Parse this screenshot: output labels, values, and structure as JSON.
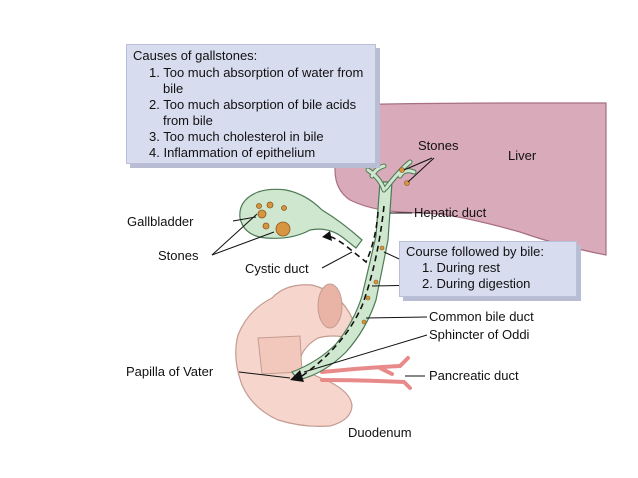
{
  "causes": {
    "title": "Causes of gallstones:",
    "items": [
      "1. Too much absorption of water from bile",
      "2. Too much absorption of bile acids from bile",
      "3. Too much cholesterol in bile",
      "4. Inflammation of epithelium"
    ]
  },
  "course": {
    "title": "Course followed by bile:",
    "items": [
      "1. During rest",
      "2. During digestion"
    ]
  },
  "labels": {
    "liver": "Liver",
    "stones_top": "Stones",
    "hepatic_duct": "Hepatic duct",
    "gallbladder": "Gallbladder",
    "stones_left": "Stones",
    "cystic_duct": "Cystic duct",
    "common_bile_duct": "Common bile duct",
    "sphincter": "Sphincter of Oddi",
    "papilla": "Papilla of Vater",
    "pancreatic_duct": "Pancreatic duct",
    "duodenum": "Duodenum"
  },
  "colors": {
    "liver": "#d9aab9",
    "liver_edge": "#a86f83",
    "duct": "#cfe6cf",
    "duct_edge": "#4d7a55",
    "duodenum": "#f6d6cc",
    "duodenum_edge": "#c49b90",
    "pancreatic": "#e88a8a",
    "stone": "#d8953f",
    "box": "#d8dcef"
  }
}
